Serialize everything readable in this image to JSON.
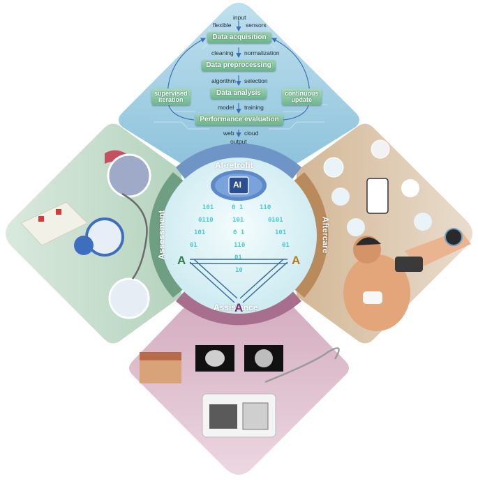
{
  "pipeline": {
    "input_label": "input",
    "flexible_label": "flexible",
    "sensors_label": "sensors",
    "step1": "Data acquisition",
    "cleaning_label": "cleaning",
    "normalization_label": "normalization",
    "step2": "Data preprocessing",
    "algorithm_label": "algorithm",
    "selection_label": "selection",
    "step3": "Data analysis",
    "model_label": "model",
    "training_label": "training",
    "step4": "Performance evaluation",
    "web_label": "web",
    "cloud_label": "cloud",
    "output_label": "output",
    "left_loop_line1": "supervised",
    "left_loop_line2": "iteration",
    "right_loop_line1": "continuous",
    "right_loop_line2": "update"
  },
  "sections": {
    "top": "AI-retrofit",
    "left": "Assessment",
    "right": "Aftercare",
    "bottom": "Assistance"
  },
  "center": {
    "chip_label": "AI",
    "letter_left": "A",
    "letter_right": "A",
    "letter_bottom": "A"
  },
  "colors": {
    "top_panel": "#a9d3e6",
    "left_panel": "#c5dccd",
    "right_panel": "#e2cfb9",
    "bottom_panel": "#e2c4d3",
    "center_circle": "#d8f0f4",
    "top_arc": "#6f95c7",
    "left_arc": "#6f9f83",
    "right_arc": "#b98a5c",
    "bottom_arc": "#a76f8d",
    "letter_green": "#2f7d4a",
    "letter_orange": "#b97a1e",
    "letter_purple": "#7a2f6b",
    "binary_stream": "#2ec4c8"
  },
  "icons": [
    "brain-chip-icon",
    "tooth-icon",
    "pill-icon",
    "heartbeat-icon",
    "stethoscope-icon",
    "thermometer-icon",
    "syringe-icon",
    "smartwatch-icon",
    "phone-doctor-icon",
    "pulse-oximeter-icon",
    "monitor-icon",
    "catheter-icon"
  ]
}
